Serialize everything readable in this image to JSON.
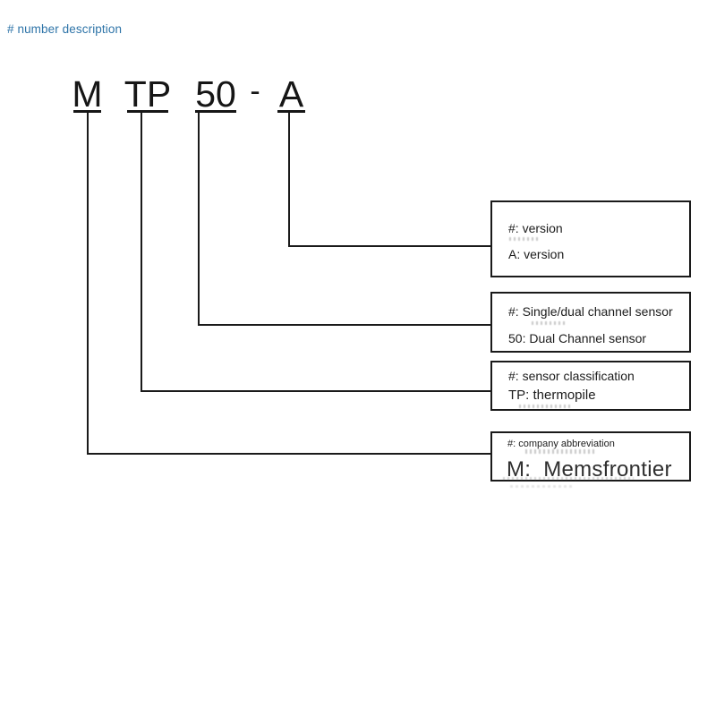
{
  "note": {
    "text": "# number description",
    "color": "#2e74a8"
  },
  "part_number": {
    "full": "M TP 50 - A",
    "segments": [
      {
        "text": "M",
        "underlined": true
      },
      {
        "text": "TP",
        "underlined": true
      },
      {
        "text": "50",
        "underlined": true
      },
      {
        "text": "-",
        "underlined": false
      },
      {
        "text": "A",
        "underlined": true
      }
    ]
  },
  "callouts": [
    {
      "id": "version",
      "lines": [
        "#: version",
        "A: version"
      ]
    },
    {
      "id": "channel",
      "lines": [
        "#: Single/dual channel sensor",
        "50: Dual Channel sensor"
      ]
    },
    {
      "id": "classification",
      "lines": [
        "#: sensor classification",
        "TP: thermopile"
      ]
    },
    {
      "id": "company",
      "lines": [
        "#: company abbreviation",
        "M:  Memsfrontier"
      ]
    }
  ],
  "colors": {
    "note_blue": "#2e74a8",
    "line_black": "#1a1a1a",
    "text_black": "#1c1c1c",
    "background": "#ffffff"
  }
}
